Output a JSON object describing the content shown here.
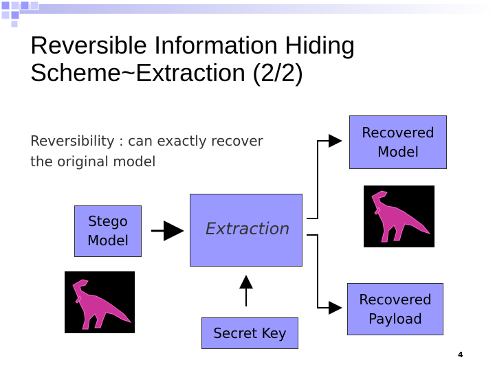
{
  "slide": {
    "title_line1": "Reversible Information Hiding",
    "title_line2": "Scheme~Extraction (2/2)",
    "note_line1": "Reversibility : can exactly recover",
    "note_line2": "the original model",
    "page_number": "4"
  },
  "boxes": {
    "stego_line1": "Stego",
    "stego_line2": "Model",
    "extraction": "Extraction",
    "secret_key": "Secret Key",
    "recovered_model_line1": "Recovered",
    "recovered_model_line2": "Model",
    "recovered_payload_line1": "Recovered",
    "recovered_payload_line2": "Payload"
  },
  "colors": {
    "box_fill": "#9999ff",
    "dino": "#cc3399",
    "corner_squares": "#9999ff"
  }
}
